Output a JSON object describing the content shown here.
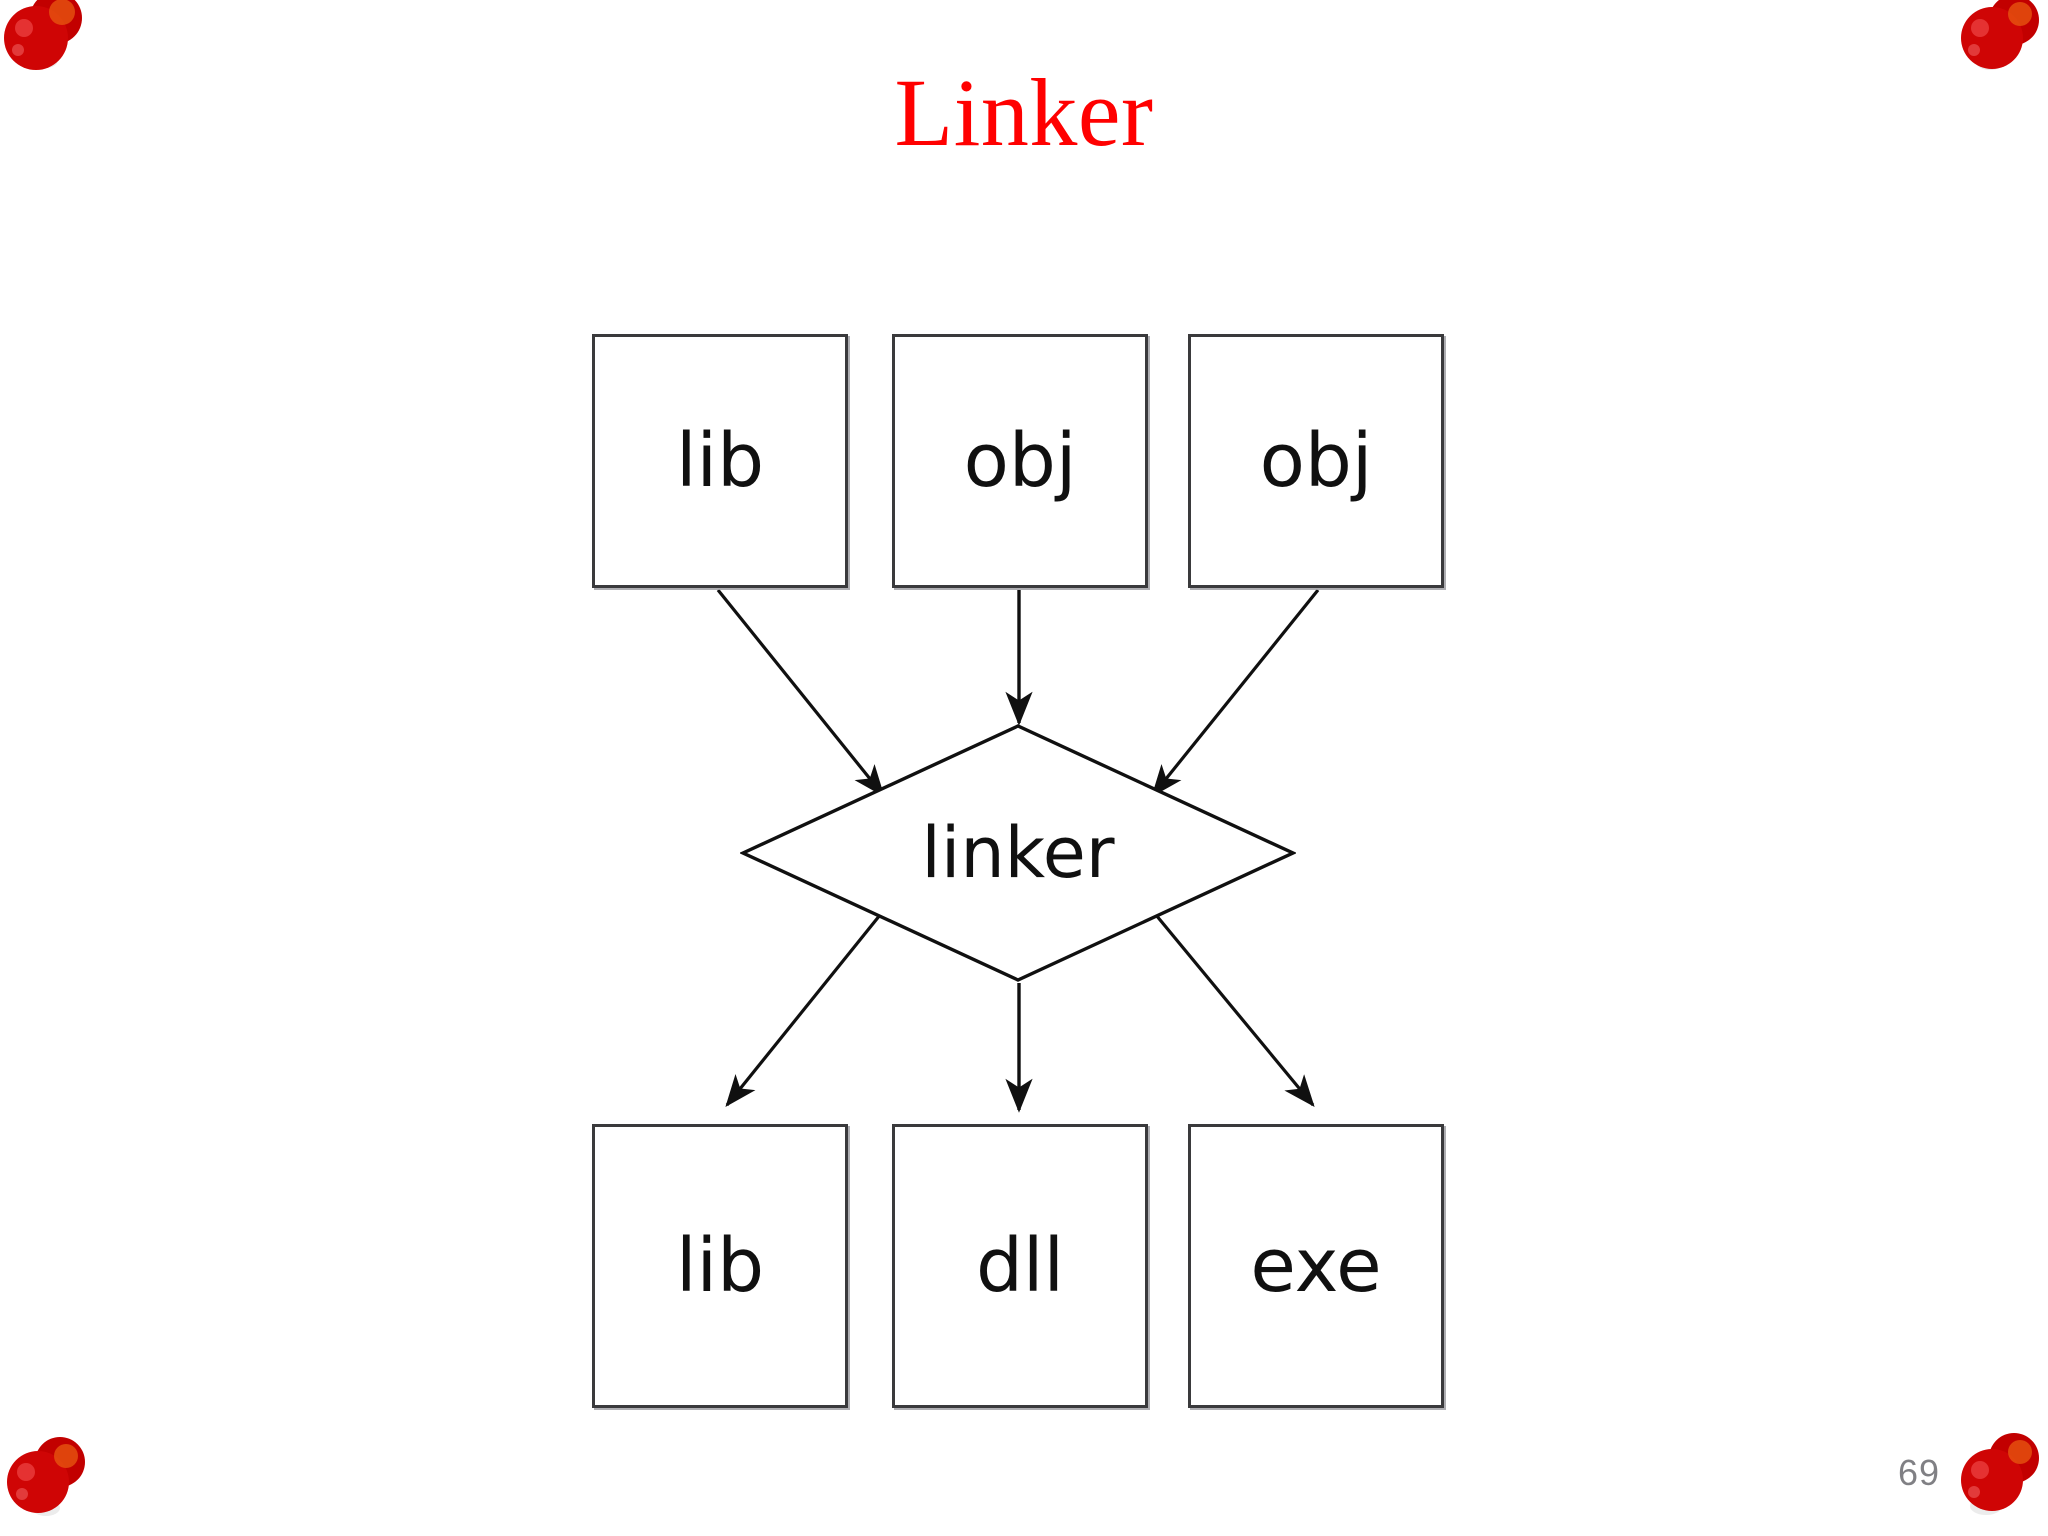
{
  "slide": {
    "title": "Linker",
    "title_color": "#FF0000",
    "background_color": "#FFFFFF",
    "page_number": "69"
  },
  "diagram": {
    "type": "flowchart",
    "inputs": [
      {
        "id": "in-lib",
        "label": "lib"
      },
      {
        "id": "in-obj1",
        "label": "obj"
      },
      {
        "id": "in-obj2",
        "label": "obj"
      }
    ],
    "process": {
      "id": "linker",
      "label": "linker",
      "shape": "diamond"
    },
    "outputs": [
      {
        "id": "out-lib",
        "label": "lib"
      },
      {
        "id": "out-dll",
        "label": "dll"
      },
      {
        "id": "out-exe",
        "label": "exe"
      }
    ],
    "edges": [
      {
        "from": "in-lib",
        "to": "linker"
      },
      {
        "from": "in-obj1",
        "to": "linker"
      },
      {
        "from": "in-obj2",
        "to": "linker"
      },
      {
        "from": "linker",
        "to": "out-lib"
      },
      {
        "from": "linker",
        "to": "out-dll"
      },
      {
        "from": "linker",
        "to": "out-exe"
      }
    ],
    "line_color": "#101010",
    "box_border_color": "#3A3A3C"
  },
  "decorations": {
    "pushpin_color": "#CC0000",
    "pins": [
      {
        "id": "pin-top-left",
        "name": "pushpin-icon"
      },
      {
        "id": "pin-top-right",
        "name": "pushpin-icon"
      },
      {
        "id": "pin-bottom-left",
        "name": "pushpin-icon"
      },
      {
        "id": "pin-bottom-right",
        "name": "pushpin-icon"
      }
    ]
  }
}
